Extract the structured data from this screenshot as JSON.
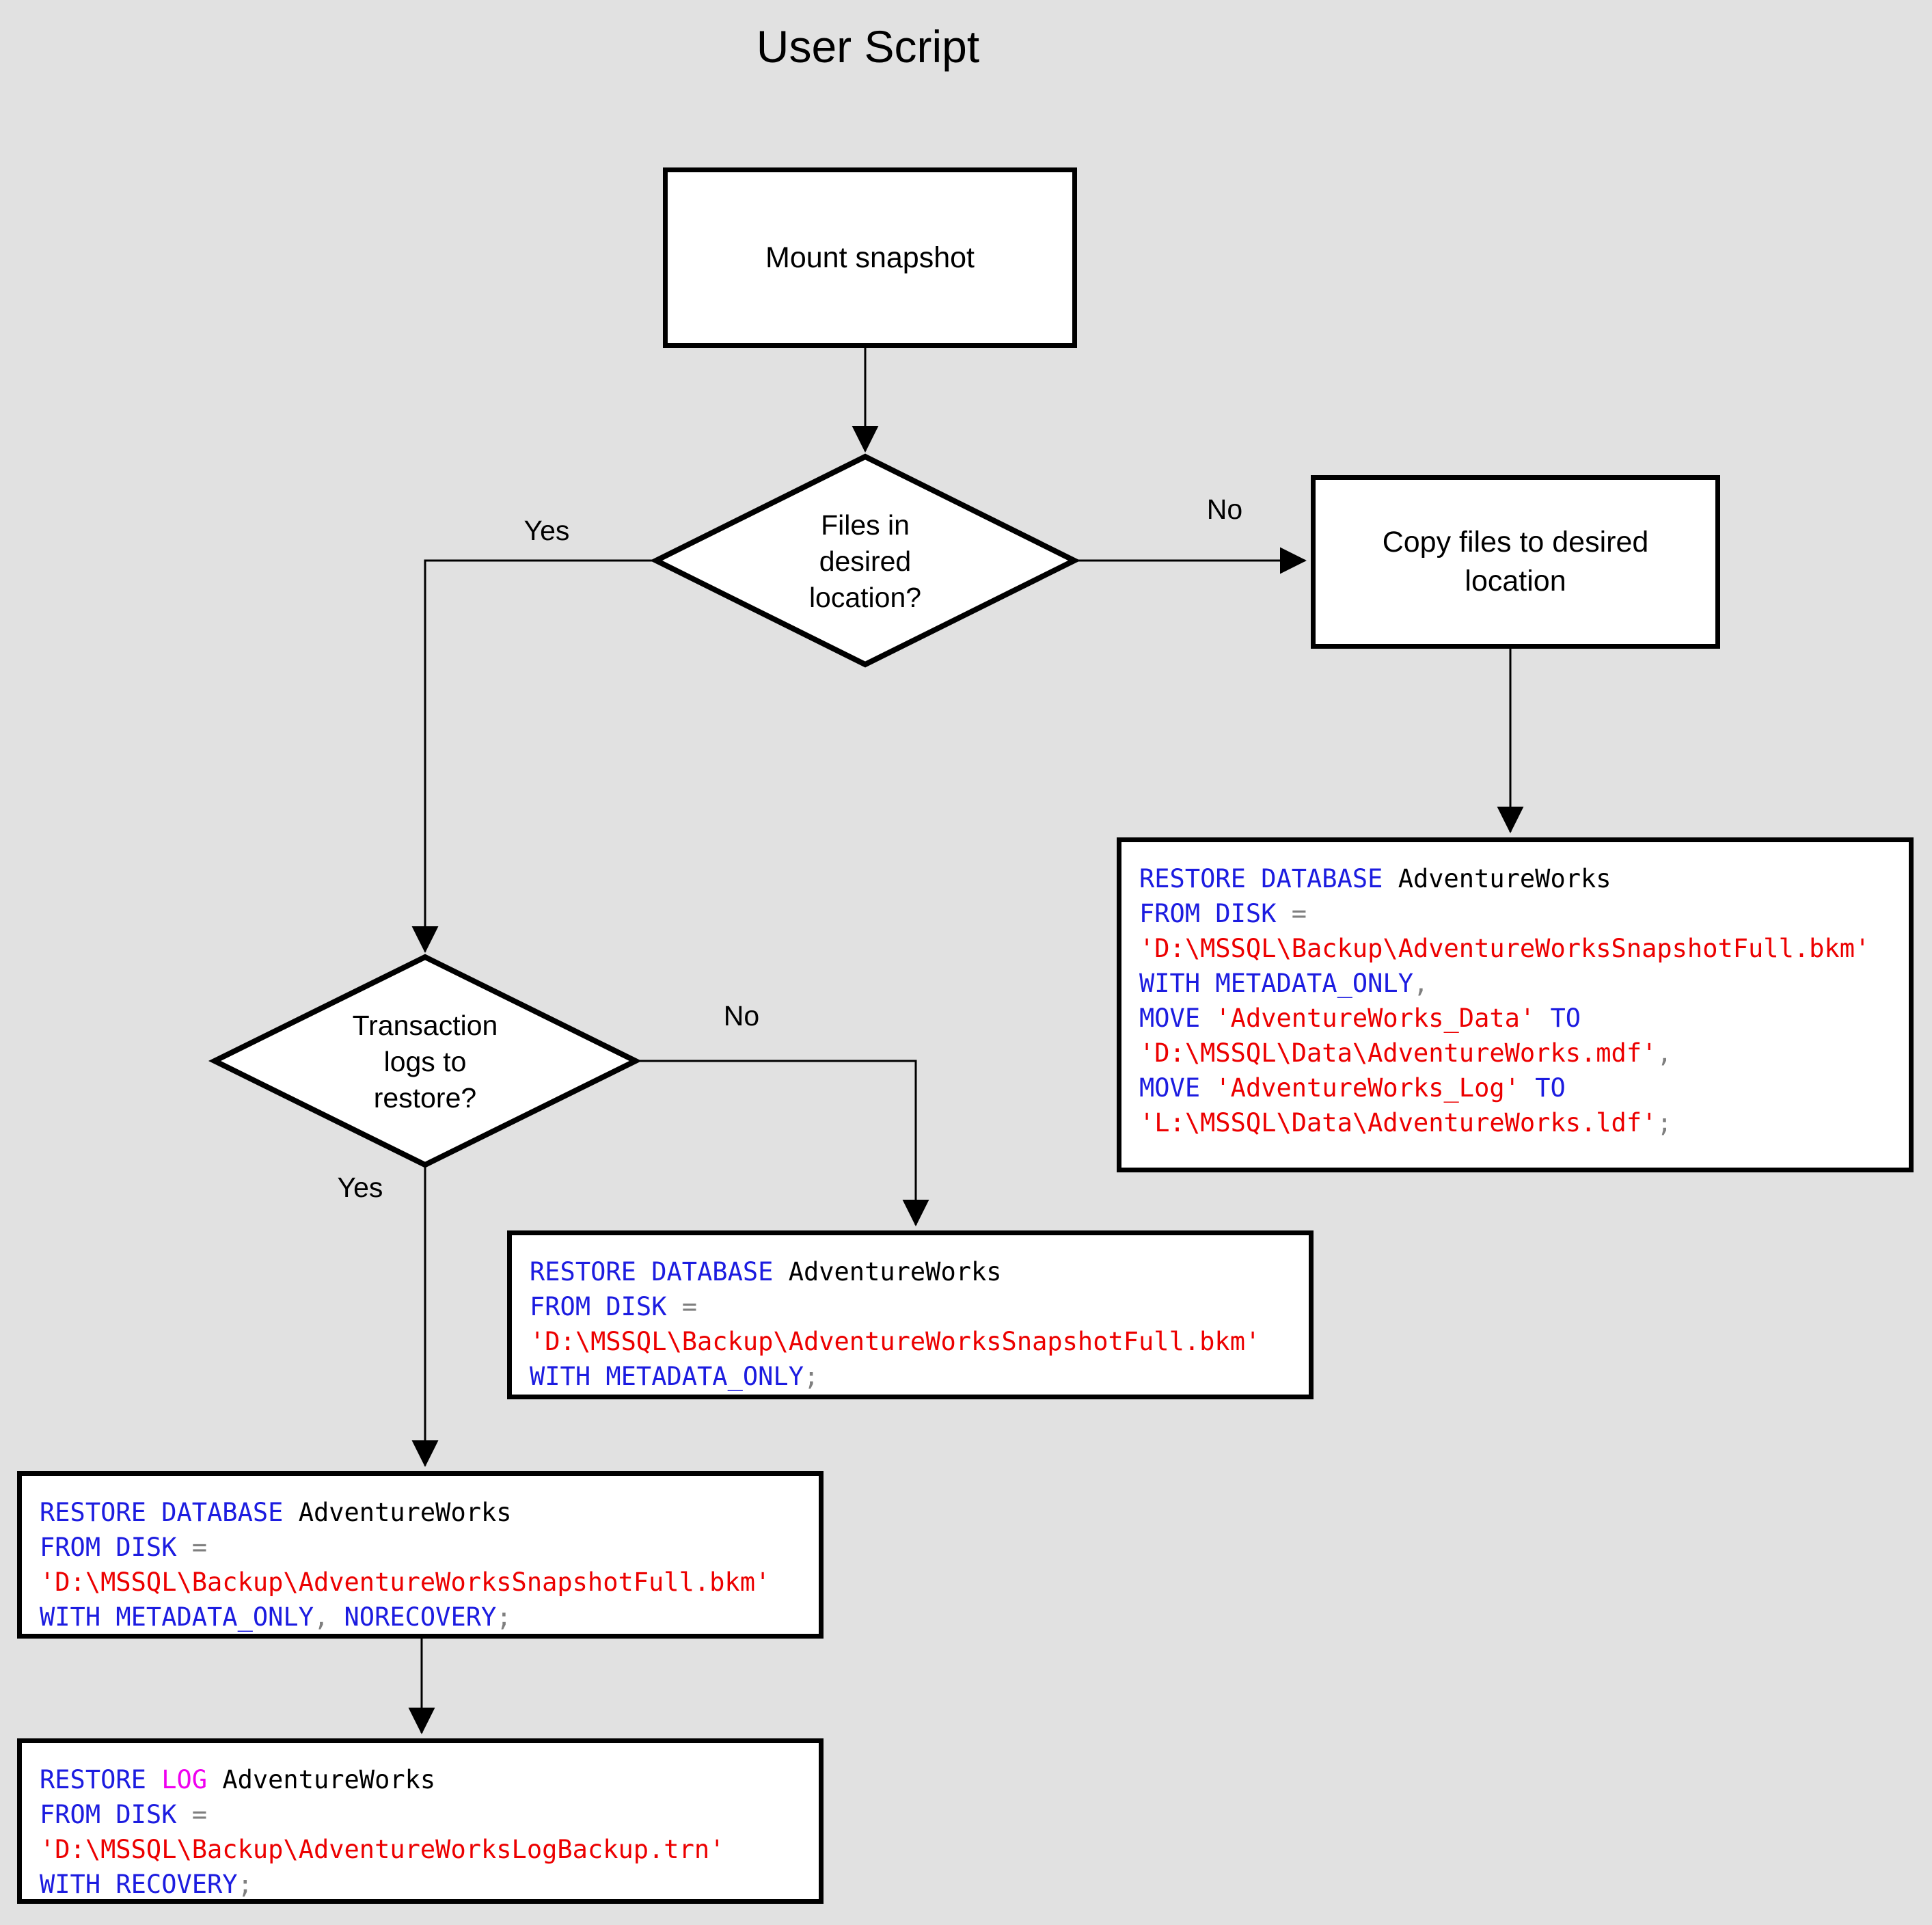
{
  "title": "User Script",
  "colors": {
    "keyword": "#1c1ce0",
    "string": "#ec0000",
    "operator": "#7f7f7f",
    "special": "#f000f0",
    "identifier": "#000000"
  },
  "flow": {
    "mount_box": {
      "label": "Mount snapshot"
    },
    "decision_files": {
      "lines": [
        "Files in",
        "desired",
        "location?"
      ]
    },
    "copy_box": {
      "lines": [
        "Copy files to desired",
        "location"
      ]
    },
    "decision_logs": {
      "lines": [
        "Transaction",
        "logs to",
        "restore?"
      ]
    },
    "labels": {
      "files_yes": "Yes",
      "files_no": "No",
      "logs_yes": "Yes",
      "logs_no": "No"
    }
  },
  "code_boxes": {
    "restore_move": {
      "lines": [
        [
          {
            "t": "RESTORE DATABASE ",
            "c": "kw"
          },
          {
            "t": "AdventureWorks",
            "c": "id"
          }
        ],
        [
          {
            "t": "FROM DISK ",
            "c": "kw"
          },
          {
            "t": "=",
            "c": "op"
          }
        ],
        [
          {
            "t": "'D:\\MSSQL\\Backup\\AdventureWorksSnapshotFull.bkm'",
            "c": "str"
          }
        ],
        [
          {
            "t": "WITH METADATA_ONLY",
            "c": "kw"
          },
          {
            "t": ",",
            "c": "op"
          }
        ],
        [
          {
            "t": "MOVE ",
            "c": "kw"
          },
          {
            "t": "'AdventureWorks_Data'",
            "c": "str"
          },
          {
            "t": " TO",
            "c": "kw"
          }
        ],
        [
          {
            "t": "'D:\\MSSQL\\Data\\AdventureWorks.mdf'",
            "c": "str"
          },
          {
            "t": ",",
            "c": "op"
          }
        ],
        [
          {
            "t": "MOVE ",
            "c": "kw"
          },
          {
            "t": "'AdventureWorks_Log'",
            "c": "str"
          },
          {
            "t": " TO",
            "c": "kw"
          }
        ],
        [
          {
            "t": "'L:\\MSSQL\\Data\\AdventureWorks.ldf'",
            "c": "str"
          },
          {
            "t": ";",
            "c": "op"
          }
        ]
      ]
    },
    "restore_metadata": {
      "lines": [
        [
          {
            "t": "RESTORE DATABASE ",
            "c": "kw"
          },
          {
            "t": "AdventureWorks",
            "c": "id"
          }
        ],
        [
          {
            "t": "FROM DISK ",
            "c": "kw"
          },
          {
            "t": "=",
            "c": "op"
          }
        ],
        [
          {
            "t": "'D:\\MSSQL\\Backup\\AdventureWorksSnapshotFull.bkm'",
            "c": "str"
          }
        ],
        [
          {
            "t": "WITH METADATA_ONLY",
            "c": "kw"
          },
          {
            "t": ";",
            "c": "op"
          }
        ]
      ]
    },
    "restore_norecovery": {
      "lines": [
        [
          {
            "t": "RESTORE DATABASE ",
            "c": "kw"
          },
          {
            "t": "AdventureWorks",
            "c": "id"
          }
        ],
        [
          {
            "t": "FROM DISK ",
            "c": "kw"
          },
          {
            "t": "=",
            "c": "op"
          }
        ],
        [
          {
            "t": "'D:\\MSSQL\\Backup\\AdventureWorksSnapshotFull.bkm'",
            "c": "str"
          }
        ],
        [
          {
            "t": "WITH METADATA_ONLY",
            "c": "kw"
          },
          {
            "t": ",",
            "c": "op"
          },
          {
            "t": " NORECOVERY",
            "c": "kw"
          },
          {
            "t": ";",
            "c": "op"
          }
        ]
      ]
    },
    "restore_log": {
      "lines": [
        [
          {
            "t": "RESTORE ",
            "c": "kw"
          },
          {
            "t": "LOG ",
            "c": "log"
          },
          {
            "t": "AdventureWorks",
            "c": "id"
          }
        ],
        [
          {
            "t": "FROM DISK ",
            "c": "kw"
          },
          {
            "t": "=",
            "c": "op"
          }
        ],
        [
          {
            "t": "'D:\\MSSQL\\Backup\\AdventureWorksLogBackup.trn'",
            "c": "str"
          }
        ],
        [
          {
            "t": "WITH RECOVERY",
            "c": "kw"
          },
          {
            "t": ";",
            "c": "op"
          }
        ]
      ]
    }
  }
}
